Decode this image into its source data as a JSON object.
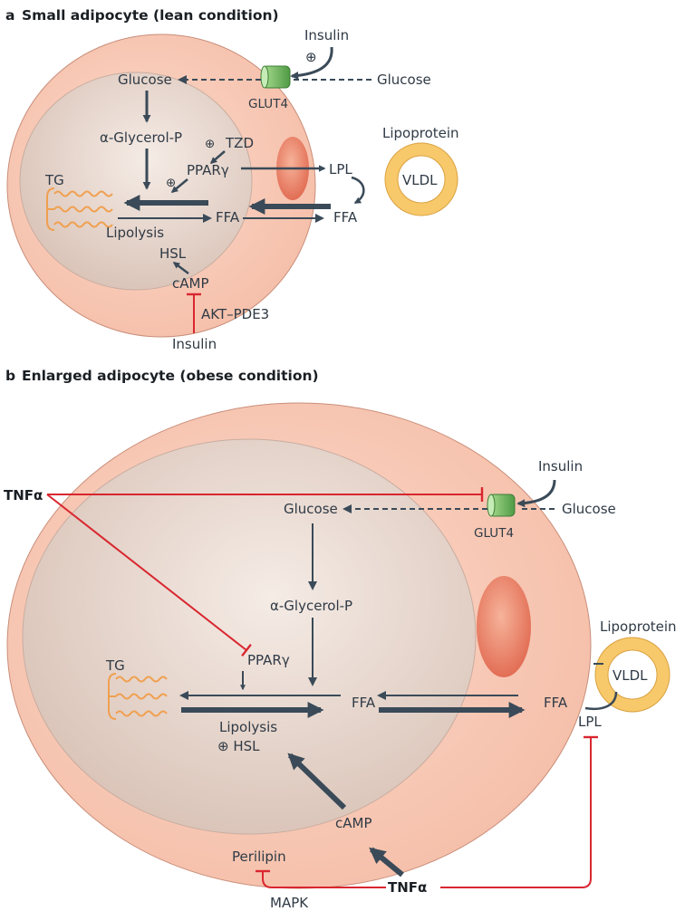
{
  "panel_a": {
    "title_letter": "a",
    "title": "Small adipocyte (lean condition)",
    "insulin_top": "Insulin",
    "plus": "⊕",
    "glucose_in": "Glucose",
    "glucose_out": "Glucose",
    "glut4": "GLUT4",
    "glycerol": "α-Glycerol-P",
    "tzd": "TZD",
    "ppar": "PPARγ",
    "tg": "TG",
    "lipolysis": "Lipolysis",
    "ffa_in": "FFA",
    "ffa_out": "FFA",
    "lpl": "LPL",
    "lipoprotein": "Lipoprotein",
    "vldl": "VLDL",
    "hsl": "HSL",
    "camp": "cAMP",
    "akt": "AKT–PDE3",
    "insulin_bottom": "Insulin"
  },
  "panel_b": {
    "title_letter": "b",
    "title": "Enlarged adipocyte (obese condition)",
    "tnf_left": "TNFα",
    "insulin_top": "Insulin",
    "glucose_in": "Glucose",
    "glucose_out": "Glucose",
    "glut4": "GLUT4",
    "glycerol": "α-Glycerol-P",
    "ppar": "PPARγ",
    "tg": "TG",
    "ffa_in": "FFA",
    "ffa_out": "FFA",
    "lpl": "LPL",
    "lipoprotein": "Lipoprotein",
    "vldl": "VLDL",
    "lipolysis": "Lipolysis",
    "hsl": "⊕ HSL",
    "camp": "cAMP",
    "perilipin": "Perilipin",
    "tnf_bottom": "TNFα",
    "mapk": "MAPK"
  },
  "colors": {
    "cell_fill": "#f7c9b8",
    "nucleus_fill": "#e3d0c6",
    "glut4": "#7cc46a",
    "organelle": "#ee8d72",
    "vldl_ring": "#f8c96a",
    "arrow": "#3a4a58",
    "inhibit": "#d9262f",
    "tg": "#f0a050"
  },
  "icons": {
    "transporter": "glut4-channel-icon",
    "lipoprotein": "vldl-ring-icon"
  }
}
